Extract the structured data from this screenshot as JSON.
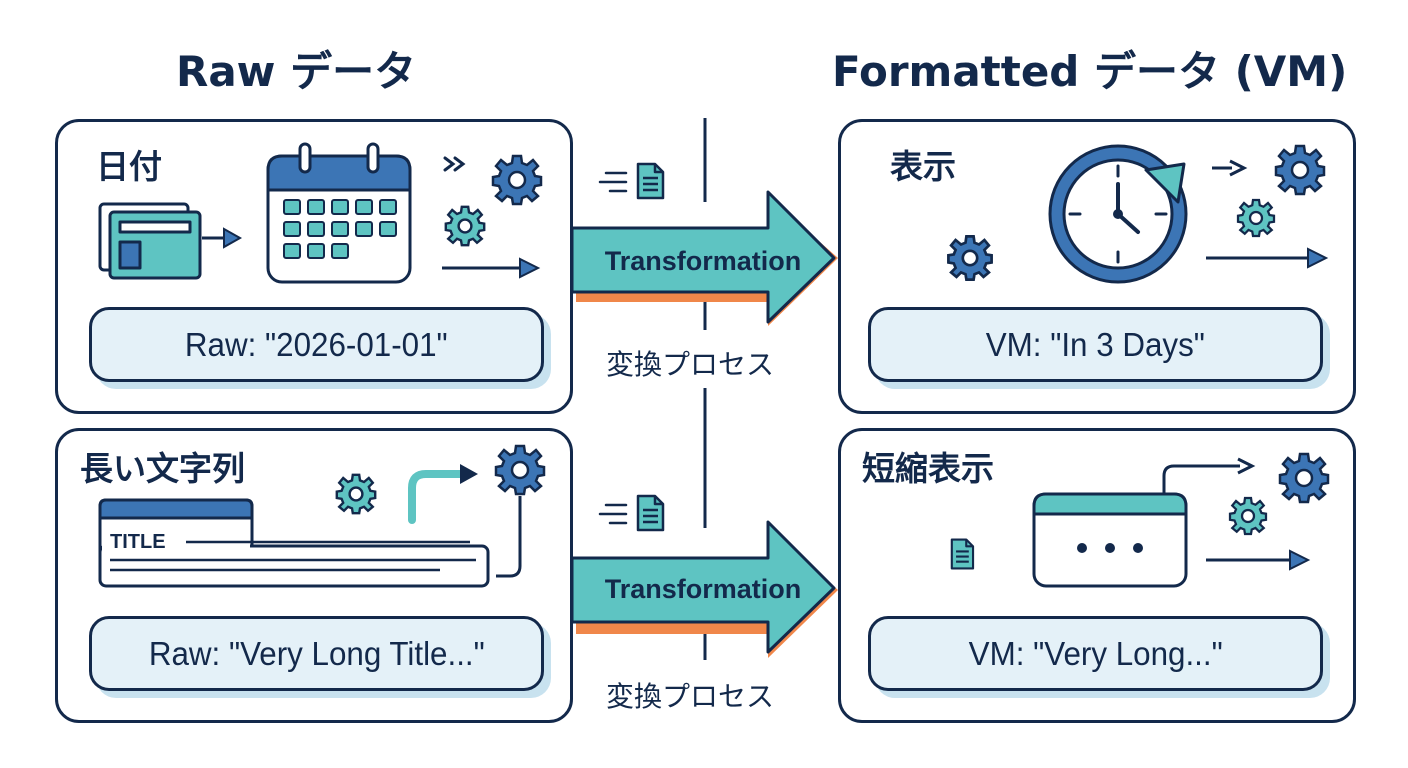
{
  "headings": {
    "left": "Raw データ",
    "right": "Formatted データ (VM)"
  },
  "panels": {
    "date_raw": {
      "label": "日付",
      "value": "Raw: \"2026-01-01\""
    },
    "date_vm": {
      "label": "表示",
      "value": "VM: \"In 3 Days\""
    },
    "string_raw": {
      "label": "長い文字列",
      "value": "Raw: \"Very Long Title...\"",
      "screen_title": "TITLE"
    },
    "string_vm": {
      "label": "短縮表示",
      "value": "VM: \"Very Long...\""
    }
  },
  "arrows": {
    "top": {
      "label": "Transformation",
      "caption": "変換プロセス"
    },
    "bottom": {
      "label": "Transformation",
      "caption": "変換プロセス"
    }
  },
  "colors": {
    "navy": "#13294b",
    "teal": "#5ec4c2",
    "teal_dark": "#3a9fa2",
    "blue": "#3c75b5",
    "orange": "#f0874a",
    "pill_bg": "#e4f1f8",
    "pill_shadow": "#c8e2ef"
  },
  "icons": [
    "calendar-icon",
    "clock-icon",
    "gear-icon",
    "document-icon",
    "window-icon",
    "browser-window-icon",
    "arrow-right-icon"
  ]
}
